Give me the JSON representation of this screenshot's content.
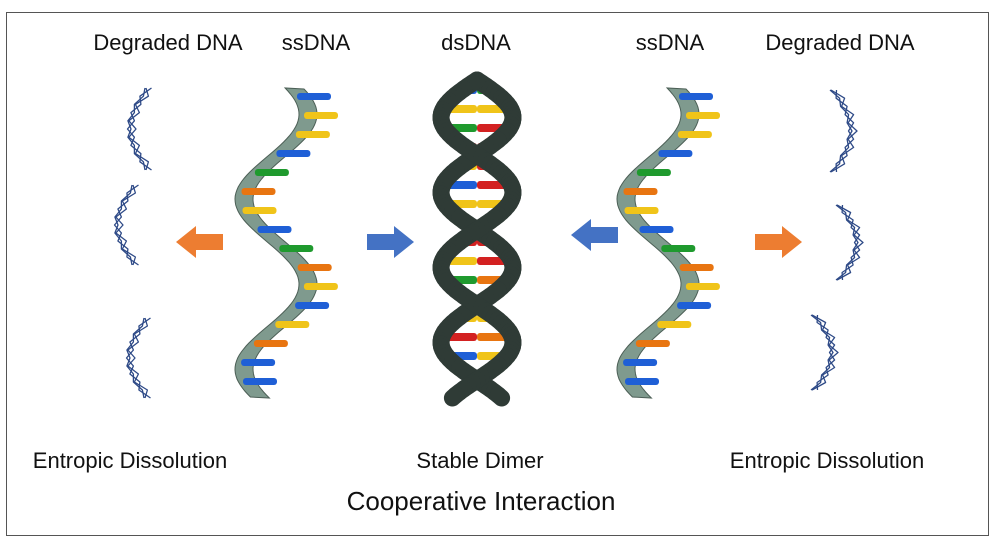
{
  "headers": {
    "left_degraded": "Degraded DNA",
    "left_ssdna": "ssDNA",
    "center_dsdna": "dsDNA",
    "right_ssdna": "ssDNA",
    "right_degraded": "Degraded DNA"
  },
  "bottom_labels": {
    "left": "Entropic Dissolution",
    "center": "Stable Dimer",
    "right": "Entropic Dissolution"
  },
  "caption": "Cooperative Interaction",
  "colors": {
    "frame": "#555555",
    "single_strand_backbone": "#7f9a8e",
    "double_strand_backbone": "#2f3b36",
    "arrow_orange": "#ed7d31",
    "arrow_blue": "#4472c4",
    "degraded_line": "#2e4a87",
    "base_blue": "#1f5fd6",
    "base_yellow": "#f0c419",
    "base_orange": "#e87511",
    "base_green": "#1f9a2e",
    "base_red": "#d32121"
  },
  "icons": {
    "arrow_outer_left": "arrow-left-icon",
    "arrow_inner_left": "arrow-right-icon",
    "arrow_inner_right": "arrow-left-icon",
    "arrow_outer_right": "arrow-right-icon"
  }
}
